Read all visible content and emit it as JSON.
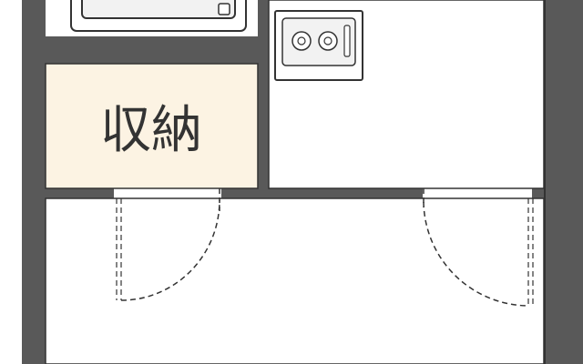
{
  "floor_plan": {
    "rooms": [
      {
        "id": "storage",
        "label": "収納"
      }
    ],
    "fixtures": [
      {
        "id": "sink",
        "icon": "sink-basin-icon"
      },
      {
        "id": "stove",
        "icon": "two-burner-stove-icon",
        "burners": 2
      }
    ],
    "doors": [
      {
        "id": "storage-door",
        "icon": "swing-door-icon"
      },
      {
        "id": "kitchen-door",
        "icon": "swing-door-icon"
      }
    ]
  },
  "colors": {
    "wall": "#595959",
    "storage_fill": "#fcf3e3",
    "floor": "#ffffff",
    "outline": "#333333",
    "fixture_fill": "#f2f2f2"
  }
}
